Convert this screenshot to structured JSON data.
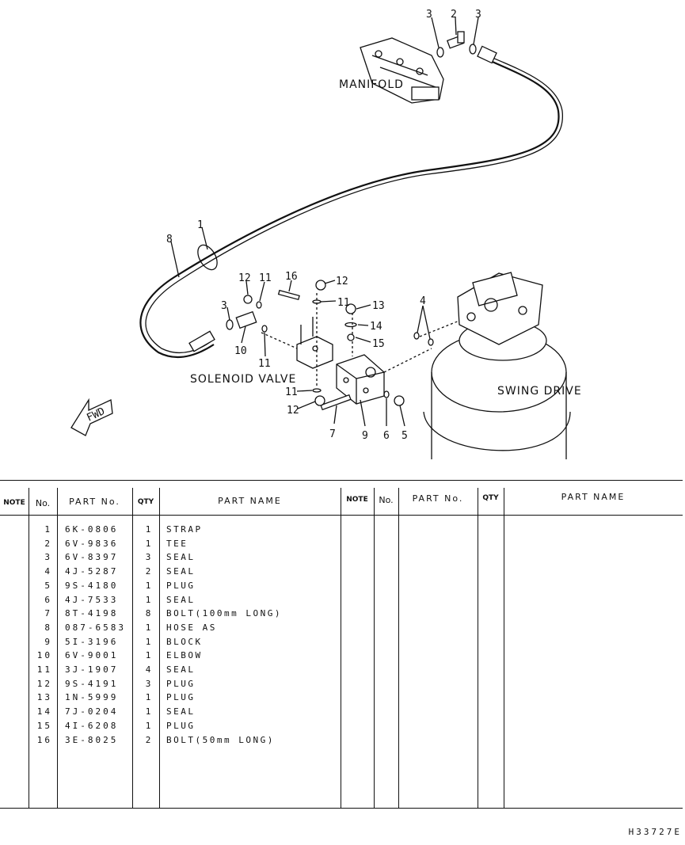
{
  "diagram": {
    "captions": {
      "manifold": "MANIFOLD",
      "solenoid_valve": "SOLENOID VALVE",
      "swing_drive": "SWING DRIVE",
      "fwd": "FWD"
    },
    "callouts": [
      "3",
      "2",
      "3",
      "1",
      "8",
      "12",
      "11",
      "16",
      "12",
      "11",
      "13",
      "3",
      "14",
      "15",
      "10",
      "11",
      "4",
      "11",
      "12",
      "7",
      "9",
      "6",
      "5"
    ]
  },
  "table": {
    "headers": {
      "note": "NOTE",
      "no": "No.",
      "part_no": "PART No.",
      "qty": "QTY",
      "part_name": "PART NAME"
    },
    "rows": [
      {
        "no": "1",
        "part_no": "6K-0806",
        "qty": "1",
        "name": "STRAP"
      },
      {
        "no": "2",
        "part_no": "6V-9836",
        "qty": "1",
        "name": "TEE"
      },
      {
        "no": "3",
        "part_no": "6V-8397",
        "qty": "3",
        "name": "SEAL"
      },
      {
        "no": "4",
        "part_no": "4J-5287",
        "qty": "2",
        "name": "SEAL"
      },
      {
        "no": "5",
        "part_no": "9S-4180",
        "qty": "1",
        "name": "PLUG"
      },
      {
        "no": "6",
        "part_no": "4J-7533",
        "qty": "1",
        "name": "SEAL"
      },
      {
        "no": "7",
        "part_no": "8T-4198",
        "qty": "8",
        "name": "BOLT(100mm LONG)"
      },
      {
        "no": "8",
        "part_no": "087-6583",
        "qty": "1",
        "name": "HOSE AS"
      },
      {
        "no": "9",
        "part_no": "5I-3196",
        "qty": "1",
        "name": "BLOCK"
      },
      {
        "no": "10",
        "part_no": "6V-9001",
        "qty": "1",
        "name": "ELBOW"
      },
      {
        "no": "11",
        "part_no": "3J-1907",
        "qty": "4",
        "name": "SEAL"
      },
      {
        "no": "12",
        "part_no": "9S-4191",
        "qty": "3",
        "name": "PLUG"
      },
      {
        "no": "13",
        "part_no": "1N-5999",
        "qty": "1",
        "name": "PLUG"
      },
      {
        "no": "14",
        "part_no": "7J-0204",
        "qty": "1",
        "name": "SEAL"
      },
      {
        "no": "15",
        "part_no": "4I-6208",
        "qty": "1",
        "name": "PLUG"
      },
      {
        "no": "16",
        "part_no": "3E-8025",
        "qty": "2",
        "name": "BOLT(50mm LONG)"
      }
    ]
  },
  "page_code": "H33727E"
}
